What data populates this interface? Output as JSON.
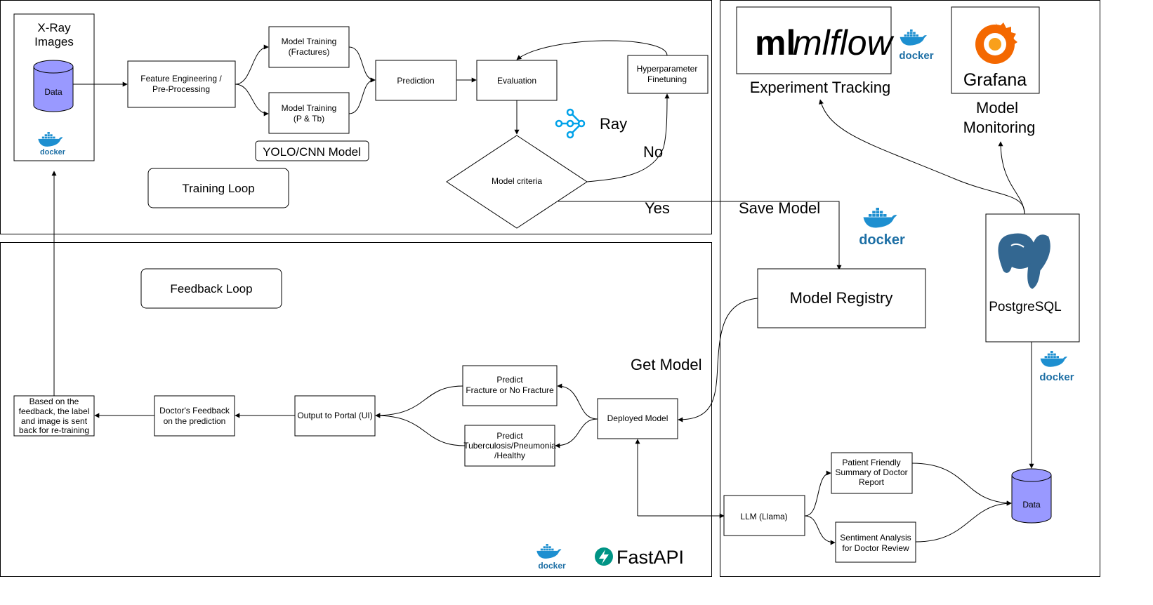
{
  "training": {
    "xray_title_line1": "X-Ray",
    "xray_title_line2": "Images",
    "data_label": "Data",
    "feature_line1": "Feature Engineering /",
    "feature_line2": "Pre-Processing",
    "train_frac_line1": "Model Training",
    "train_frac_line2": "(Fractures)",
    "train_ptb_line1": "Model Training",
    "train_ptb_line2": "(P & Tb)",
    "yolo_label": "YOLO/CNN Model",
    "prediction": "Prediction",
    "evaluation": "Evaluation",
    "hyper_line1": "Hyperparameter",
    "hyper_line2": "Finetuning",
    "ray": "Ray",
    "no": "No",
    "criteria": "Model criteria",
    "yes": "Yes",
    "loop_label": "Training Loop"
  },
  "feedback": {
    "loop_label": "Feedback Loop",
    "retrain_lines": [
      "Based on the",
      "feedback, the label",
      "and image is sent",
      "back for re-training"
    ],
    "doctor_line1": "Doctor's Feedback",
    "doctor_line2": "on the prediction",
    "portal": "Output to Portal (UI)",
    "pred_frac_line1": "Predict",
    "pred_frac_line2": "Fracture or No Fracture",
    "pred_tb_line1": "Predict",
    "pred_tb_line2": "Tuberculosis/Pneumonia",
    "pred_tb_line3": "/Healthy",
    "deployed": "Deployed Model",
    "get_model": "Get Model",
    "fastapi": "FastAPI"
  },
  "mlops": {
    "mlflow_logo": "mlflow",
    "experiment": "Experiment Tracking",
    "grafana_logo": "Grafana",
    "monitor_line1": "Model",
    "monitor_line2": "Monitoring",
    "save_model": "Save Model",
    "registry": "Model Registry",
    "postgres": "PostgreSQL",
    "llm": "LLM (Llama)",
    "summary_line1": "Patient Friendly",
    "summary_line2": "Summary of Doctor",
    "summary_line3": "Report",
    "sentiment_line1": "Sentiment Analysis",
    "sentiment_line2": "for Doctor Review",
    "data_label": "Data"
  },
  "docker_label": "docker",
  "colors": {
    "cylinder": "#9999ff",
    "docker_blue": "#1d6fa5",
    "mlflow_dark": "#333333",
    "mlflow_blue": "#0194e2",
    "grafana_orange": "#f46800",
    "postgres_blue": "#336791",
    "fastapi_teal": "#009485",
    "ray_blue": "#00a2e9"
  },
  "icons": [
    "docker-icon",
    "ray-icon",
    "mlflow-logo",
    "grafana-logo",
    "postgresql-logo",
    "fastapi-logo",
    "database-icon"
  ]
}
